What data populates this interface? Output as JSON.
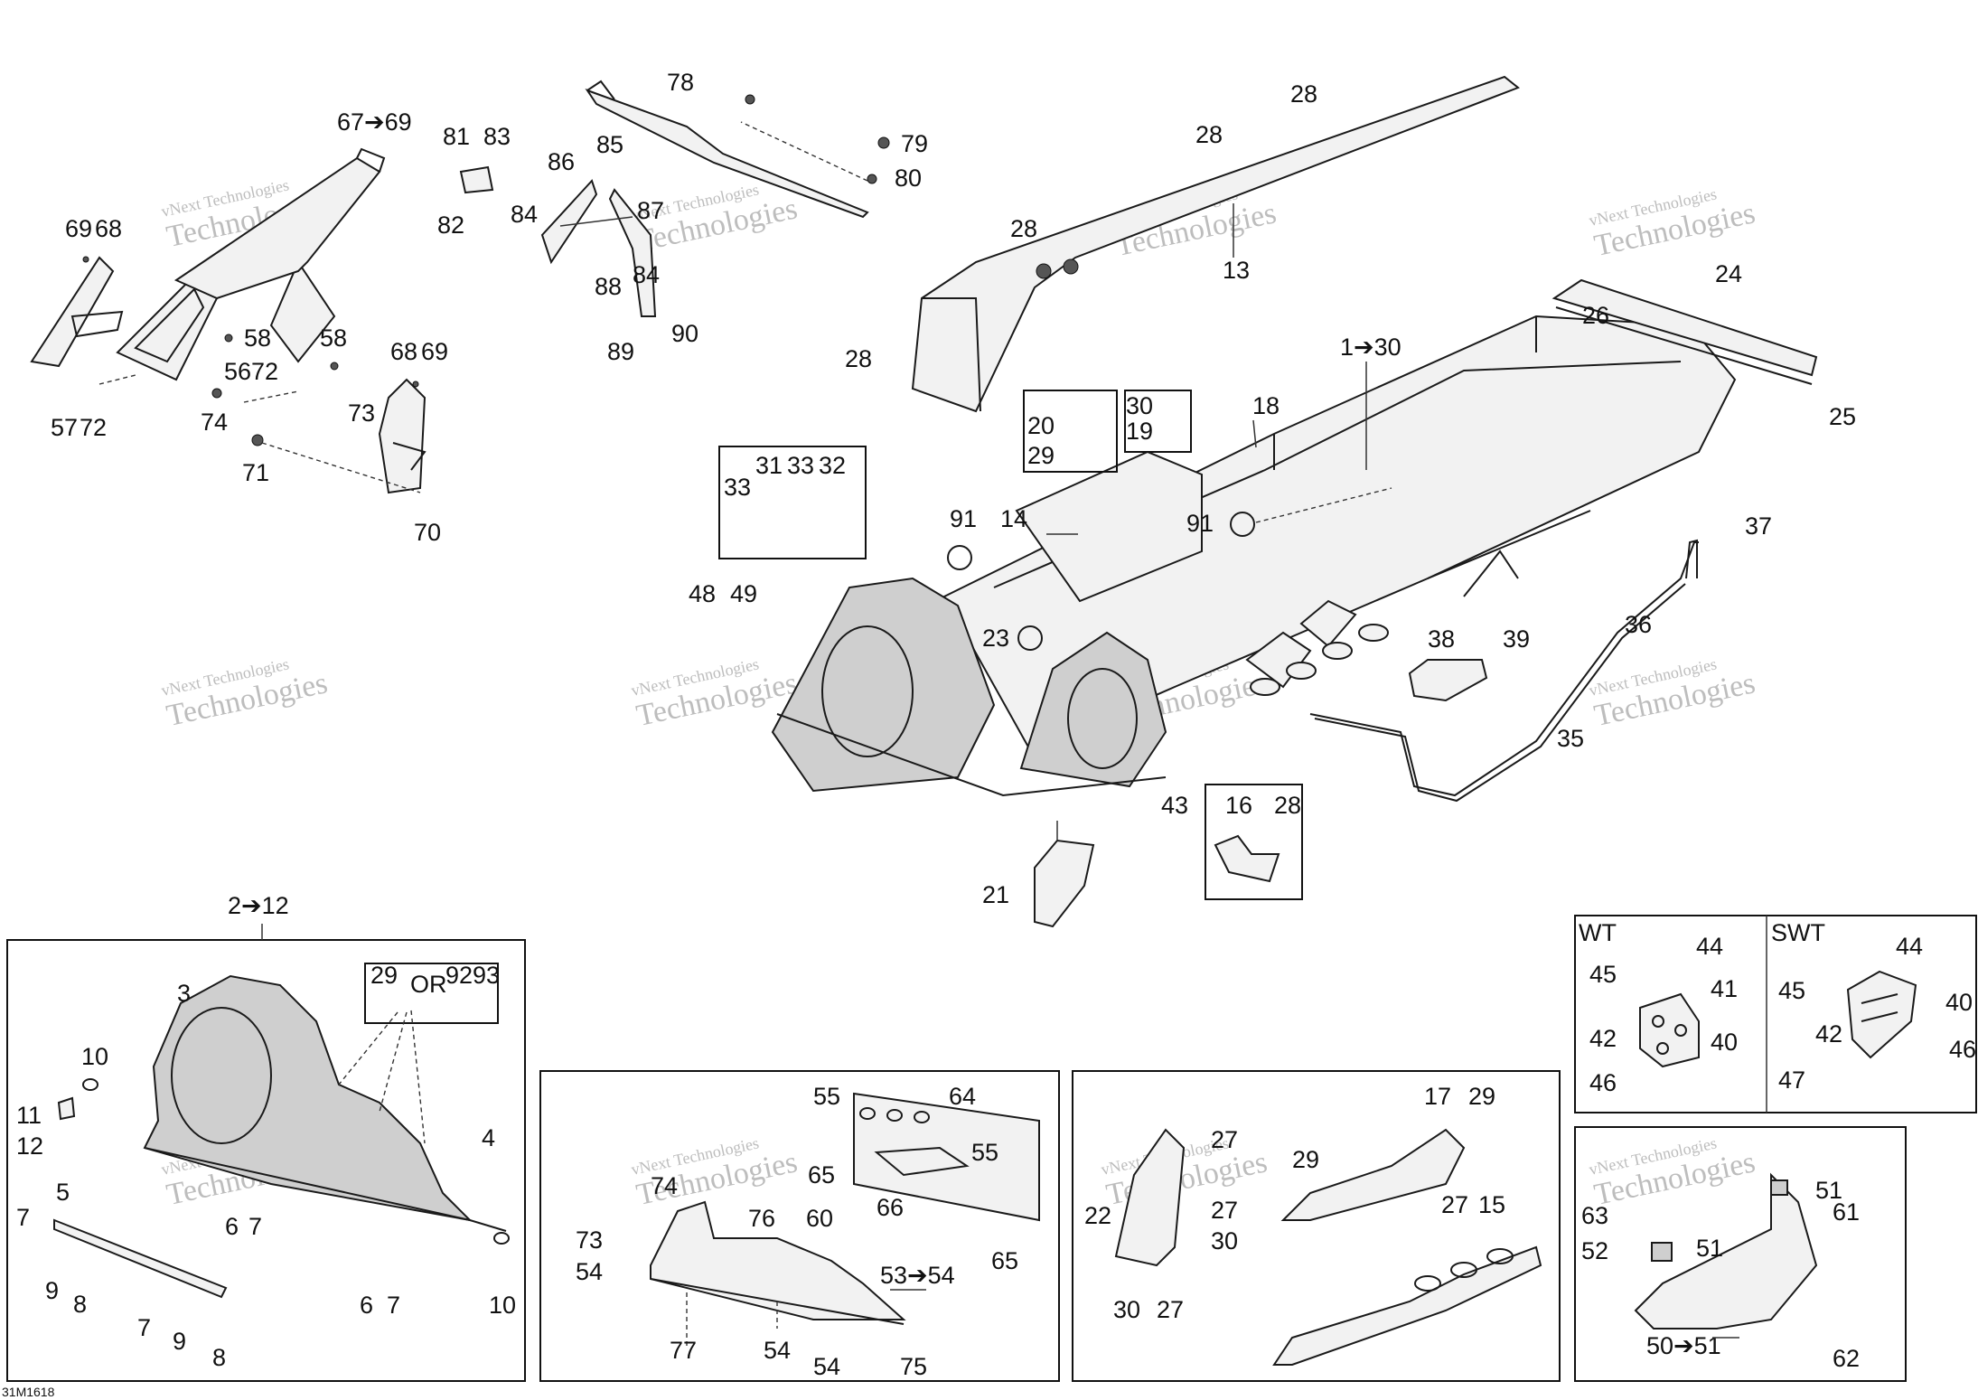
{
  "watermark": {
    "line1": "vNext Technologies",
    "line2": "Technologies"
  },
  "figure_code": "31M1618",
  "groups": {
    "g1": "1➔30",
    "g2": "2➔12",
    "g3": "67➔69",
    "g4": "53➔54",
    "g5": "50➔51"
  },
  "callouts": {
    "c13": "13",
    "c14": "14",
    "c15": "15",
    "c16": "16",
    "c17": "17",
    "c18": "18",
    "c19": "19",
    "c20": "20",
    "c21": "21",
    "c22": "22",
    "c23": "23",
    "c24": "24",
    "c25": "25",
    "c26": "26",
    "c27": "27",
    "c28": "28",
    "c29": "29",
    "c30": "30",
    "c31": "31",
    "c32": "32",
    "c33": "33",
    "c35": "35",
    "c36": "36",
    "c37": "37",
    "c38": "38",
    "c39": "39",
    "c40": "40",
    "c41": "41",
    "c42": "42",
    "c43": "43",
    "c44": "44",
    "c45": "45",
    "c46": "46",
    "c47": "47",
    "c48": "48",
    "c49": "49",
    "c51": "51",
    "c52": "52",
    "c54": "54",
    "c55": "55",
    "c56": "56",
    "c57": "57",
    "c58": "58",
    "c60": "60",
    "c61": "61",
    "c62": "62",
    "c63": "63",
    "c64": "64",
    "c65": "65",
    "c66": "66",
    "c68": "68",
    "c69": "69",
    "c70": "70",
    "c71": "71",
    "c72": "72",
    "c73": "73",
    "c74": "74",
    "c75": "75",
    "c76": "76",
    "c77": "77",
    "c78": "78",
    "c79": "79",
    "c80": "80",
    "c81": "81",
    "c82": "82",
    "c83": "83",
    "c84": "84",
    "c85": "85",
    "c86": "86",
    "c87": "87",
    "c88": "88",
    "c89": "89",
    "c90": "90",
    "c91": "91",
    "c3": "3",
    "c4": "4",
    "c5": "5",
    "c6": "6",
    "c7": "7",
    "c8": "8",
    "c9": "9",
    "c10": "10",
    "c11": "11",
    "c12": "12",
    "c29b": "29",
    "c92": "92",
    "c93": "93"
  },
  "inset_labels": {
    "or": "OR",
    "wt": "WT",
    "swt": "SWT"
  }
}
